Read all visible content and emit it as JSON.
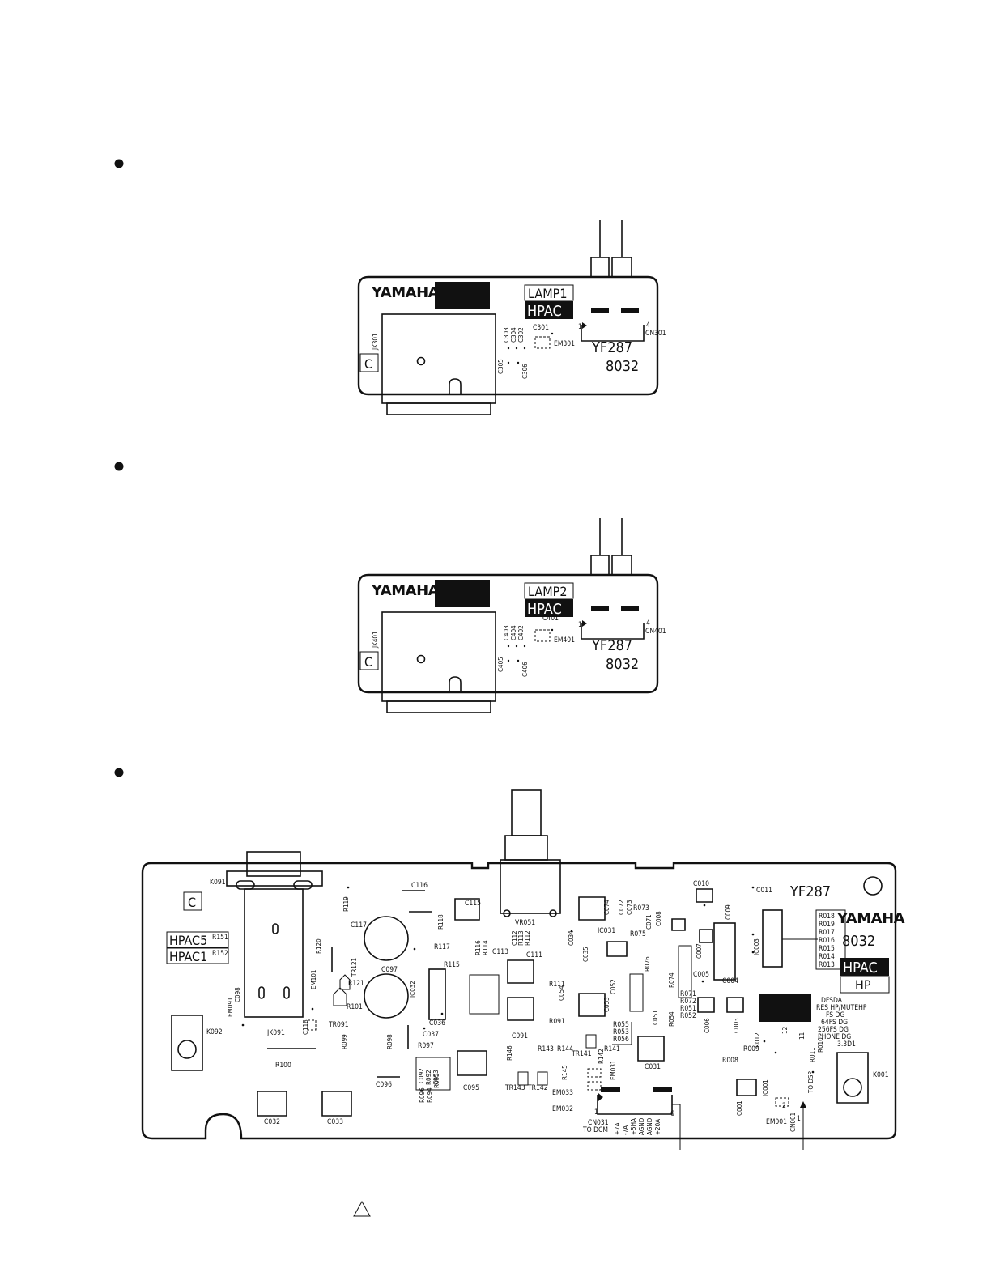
{
  "lamp1": {
    "brand": "YAMAHA",
    "tag": "LAMP1",
    "hpac": "HPAC",
    "model": "YF287",
    "code": "8032",
    "corner": "C",
    "jack": "JK301",
    "connector": "CN301",
    "pin_start": "1",
    "pin_end": "4",
    "emi": "EM301",
    "caps": [
      "C303",
      "C304",
      "C302",
      "C301",
      "C305",
      "C306"
    ]
  },
  "lamp2": {
    "brand": "YAMAHA",
    "tag": "LAMP2",
    "hpac": "HPAC",
    "model": "YF287",
    "code": "8032",
    "corner": "C",
    "jack": "JK401",
    "connector": "CN401",
    "pin_start": "1",
    "pin_end": "4",
    "emi": "EM401",
    "caps": [
      "C403",
      "C404",
      "C402",
      "C401",
      "C405",
      "C406"
    ]
  },
  "hp": {
    "brand": "YAMAHA",
    "model": "YF287",
    "code": "8032",
    "hpac": "HPAC",
    "hp": "HP",
    "corner": "C",
    "hpac5": "HPAC5",
    "hpac1": "HPAC1",
    "r151": "R151",
    "r152": "R152",
    "cn031_a": "CN031",
    "cn031_b": "TO DCM",
    "cn031_pins": [
      "+7A",
      "-7A",
      "+5HA",
      "AGND",
      "AGND",
      "+20A"
    ],
    "cn031_pin1": "1",
    "cn031_pin6": "6",
    "cn001": "CN001",
    "cn001_to": "TO DSP",
    "cn001_pin1": "1",
    "cn001_pin2": "2",
    "ic001_pin11": "11",
    "ic001_pin12": "12",
    "dsp_signals": [
      "DFSDA",
      "RES HP/MUTEHP",
      "FS   DG",
      "64FS DG",
      "256FS DG",
      "PHONE DG",
      "3.3D1"
    ],
    "resistor_bank": [
      "R018",
      "R019",
      "R017",
      "R016",
      "R015",
      "R014",
      "R013"
    ],
    "r07x_bank": [
      "R071",
      "R072",
      "R051",
      "R052"
    ],
    "r05x_bank": [
      "R055",
      "R053",
      "R056"
    ],
    "labels": {
      "k091": "K091",
      "k092": "K092",
      "k001": "K001",
      "em091": "EM091",
      "c098": "C098",
      "jk091": "JK091",
      "c118": "C118",
      "em101": "EM101",
      "r120": "R120",
      "r119": "R119",
      "tr121": "TR121",
      "r121": "R121",
      "r101": "R101",
      "tr091": "TR091",
      "r099": "R099",
      "r100": "R100",
      "c117": "C117",
      "c097": "C097",
      "ic032": "IC032",
      "c116": "C116",
      "r118": "R118",
      "r117": "R117",
      "r116": "R116",
      "r114": "R114",
      "r115": "R115",
      "c113": "C113",
      "c112": "C112",
      "r113": "R113",
      "r112": "R112",
      "c115": "C115",
      "vr051": "VR051",
      "c111": "C111",
      "r111": "R111",
      "r091": "R091",
      "c091": "C091",
      "c036": "C036",
      "c037": "C037",
      "r097": "R097",
      "r098": "R098",
      "c096": "C096",
      "c092": "C092",
      "r092": "R092",
      "c093": "C093",
      "r095": "R095",
      "r096": "R096",
      "r094": "R094",
      "c095": "C095",
      "c032": "C032",
      "c033": "C033",
      "r146": "R146",
      "r143": "R143",
      "r144": "R144",
      "tr141": "TR141",
      "r141": "R141",
      "r142": "R142",
      "r145": "R145",
      "tr143": "TR143",
      "tr142": "TR142",
      "em033": "EM033",
      "em032": "EM032",
      "em031": "EM031",
      "c031": "C031",
      "c034": "C034",
      "c035": "C035",
      "ic031": "IC031",
      "c074": "C074",
      "c072": "C072",
      "c073": "C073",
      "r073": "R073",
      "r075": "R075",
      "c071": "C071",
      "c008": "C008",
      "r076": "R076",
      "r074": "R074",
      "c054": "C054",
      "c052": "C052",
      "c053": "C053",
      "c051": "C051",
      "r054": "R054",
      "c007": "C007",
      "c010": "C010",
      "c011": "C011",
      "c009": "C009",
      "ic003": "IC003",
      "c005": "C005",
      "c004": "C004",
      "c006": "C006",
      "c003": "C003",
      "r012": "R012",
      "r009": "R009",
      "r008": "R008",
      "r011": "R011",
      "r010": "R010",
      "ic001": "IC001",
      "c001": "C001",
      "em001": "EM001"
    }
  }
}
